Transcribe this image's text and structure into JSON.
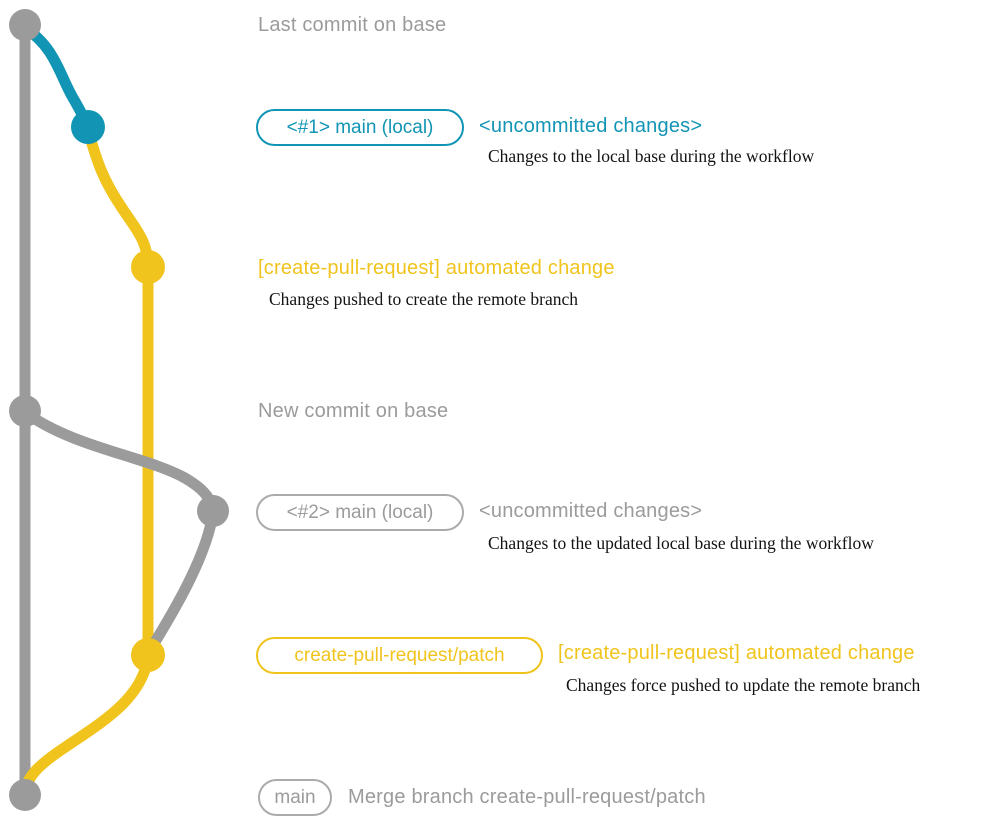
{
  "colors": {
    "gray": "#9b9b9b",
    "gray-border": "#ababab",
    "teal": "#1295b5",
    "yellow": "#f0c41d",
    "ink": "#131313",
    "bg": "#ffffff"
  },
  "diagram": {
    "type": "git-branch-graph",
    "branches": [
      {
        "name": "base",
        "color_key": "gray"
      },
      {
        "name": "local-main",
        "color_key": "teal"
      },
      {
        "name": "create-pull-request-patch",
        "color_key": "yellow"
      }
    ],
    "annotations": {
      "last_commit": "Last commit on base",
      "new_commit": "New commit on base"
    },
    "rows": {
      "row1": {
        "badge": "<#1> main (local)",
        "status": "<uncommitted changes>",
        "caption": "Changes to the local base during the workflow"
      },
      "row2": {
        "title": "[create-pull-request] automated change",
        "caption": "Changes pushed to create the remote branch"
      },
      "row3": {
        "badge": "<#2> main (local)",
        "status": "<uncommitted changes>",
        "caption": "Changes to the updated local base during the workflow"
      },
      "row4": {
        "badge": "create-pull-request/patch",
        "title": "[create-pull-request] automated change",
        "caption": "Changes force pushed to update the remote branch"
      },
      "row5": {
        "badge": "main",
        "message": "Merge branch create-pull-request/patch"
      }
    }
  }
}
